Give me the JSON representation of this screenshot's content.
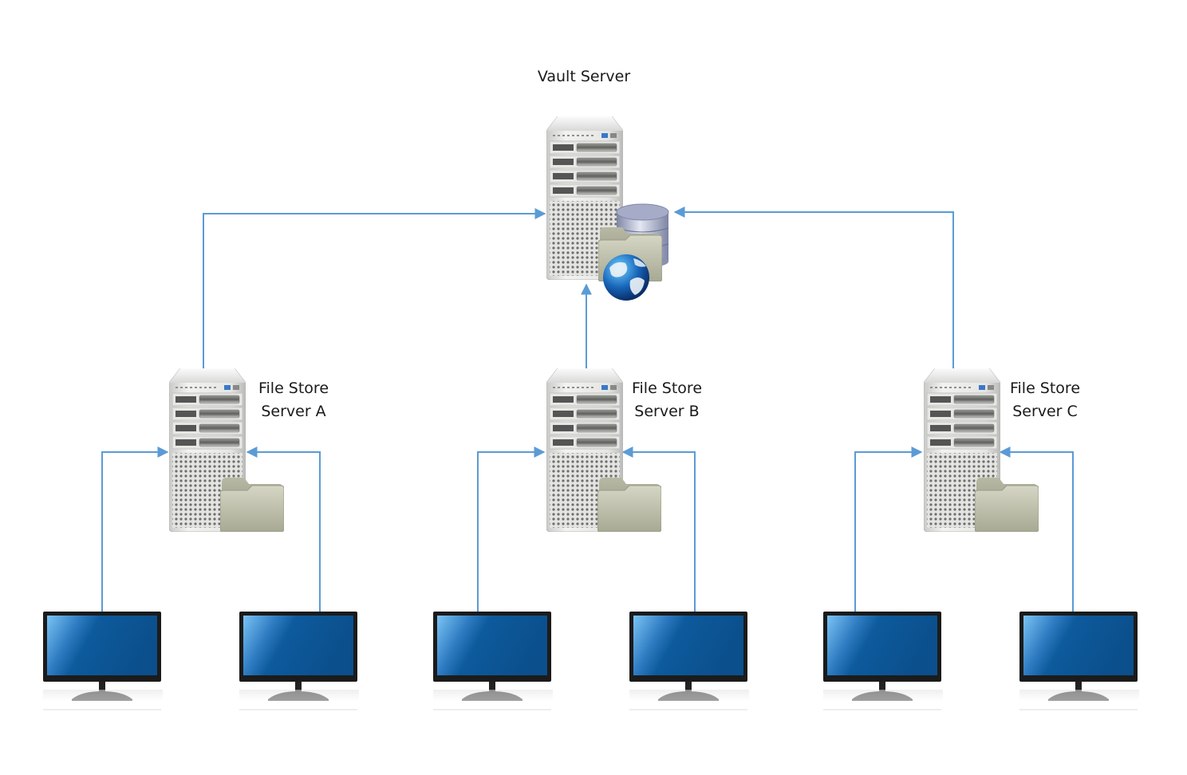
{
  "diagram": {
    "type": "network-topology",
    "vault": {
      "label": "Vault Server",
      "icons": [
        "server-tower",
        "database",
        "folder",
        "globe"
      ]
    },
    "file_stores": [
      {
        "label_line1": "File Store",
        "label_line2": "Server A"
      },
      {
        "label_line1": "File Store",
        "label_line2": "Server B"
      },
      {
        "label_line1": "File Store",
        "label_line2": "Server C"
      }
    ],
    "clients_per_store": 2,
    "connector_color": "#5b9bd5",
    "connections": [
      {
        "from": "File Store Server A",
        "to": "Vault Server"
      },
      {
        "from": "File Store Server B",
        "to": "Vault Server"
      },
      {
        "from": "File Store Server C",
        "to": "Vault Server"
      },
      {
        "from": "Client A1",
        "to": "File Store Server A"
      },
      {
        "from": "Client A2",
        "to": "File Store Server A"
      },
      {
        "from": "Client B1",
        "to": "File Store Server B"
      },
      {
        "from": "Client B2",
        "to": "File Store Server B"
      },
      {
        "from": "Client C1",
        "to": "File Store Server C"
      },
      {
        "from": "Client C2",
        "to": "File Store Server C"
      }
    ]
  }
}
